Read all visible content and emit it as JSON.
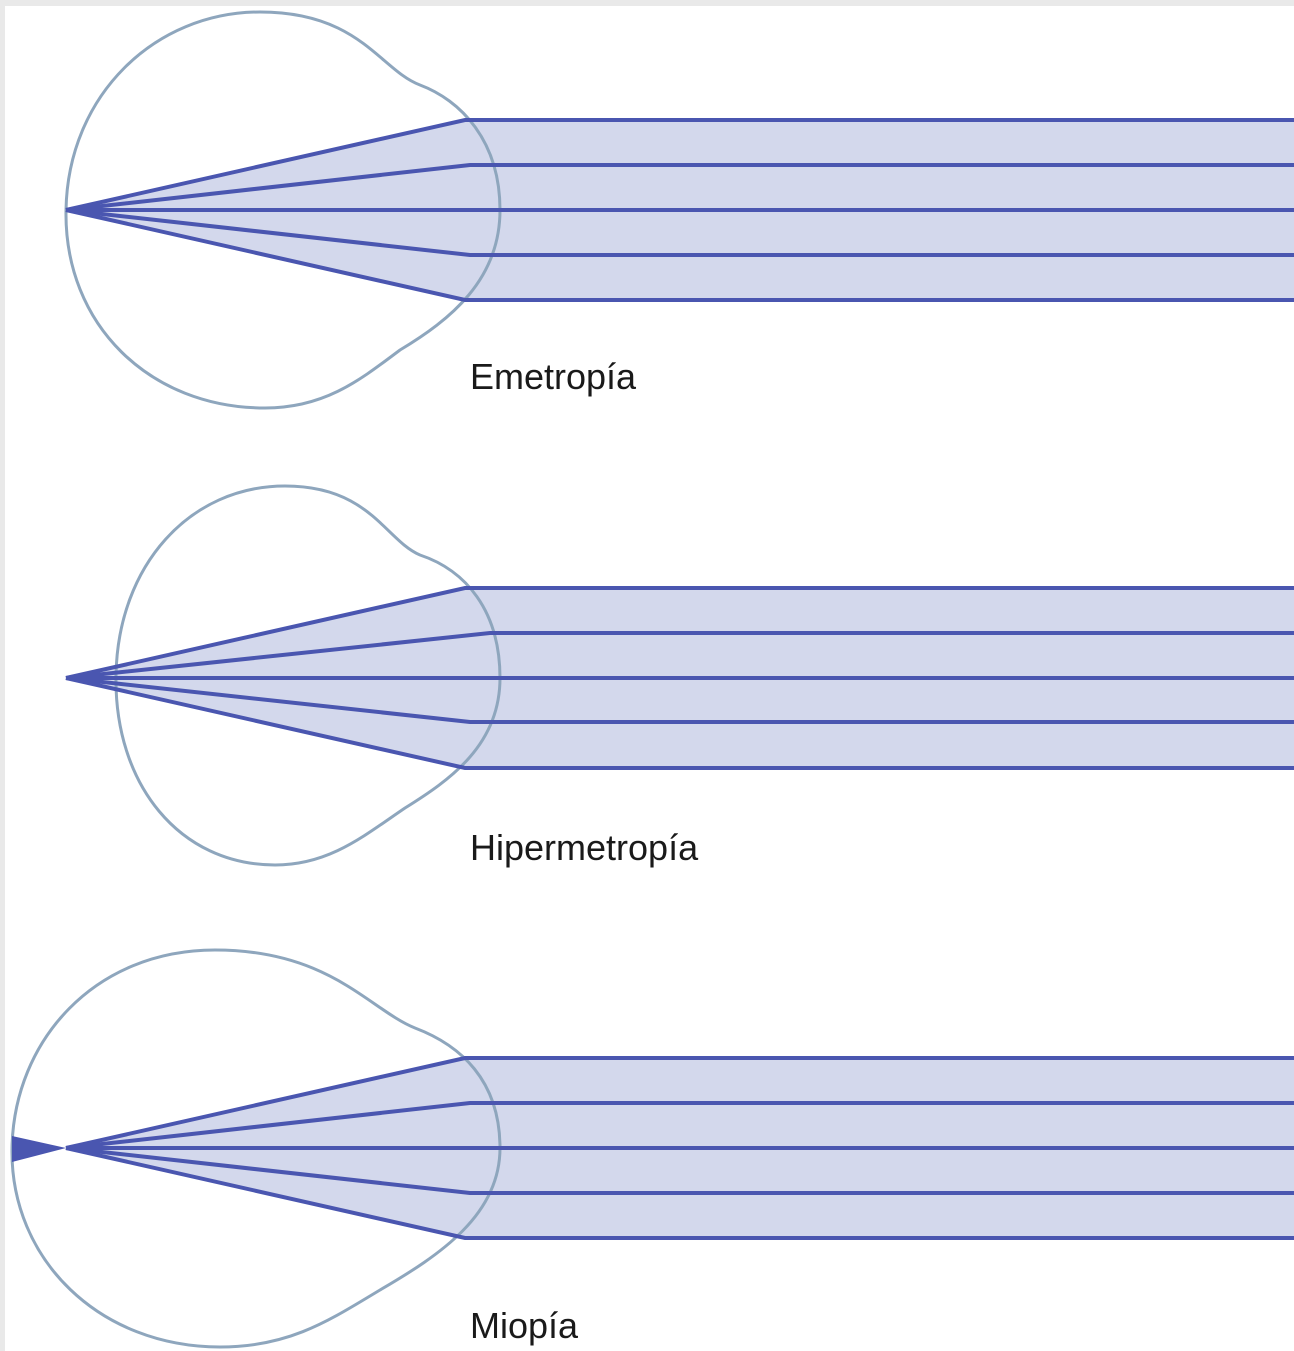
{
  "colors": {
    "background": "#ffffff",
    "frame": "#e9e9e9",
    "eye_outline": "#8ea6bd",
    "ray": "#4a56b0",
    "beam_fill": "#d3d8ec",
    "label_text": "#1a1a1a"
  },
  "panels": [
    {
      "id": "emetropia",
      "label": "Emetropía",
      "ray_count": 5
    },
    {
      "id": "hipermetropia",
      "label": "Hipermetropía",
      "ray_count": 5
    },
    {
      "id": "miopia",
      "label": "Miopía",
      "ray_count": 5
    }
  ]
}
